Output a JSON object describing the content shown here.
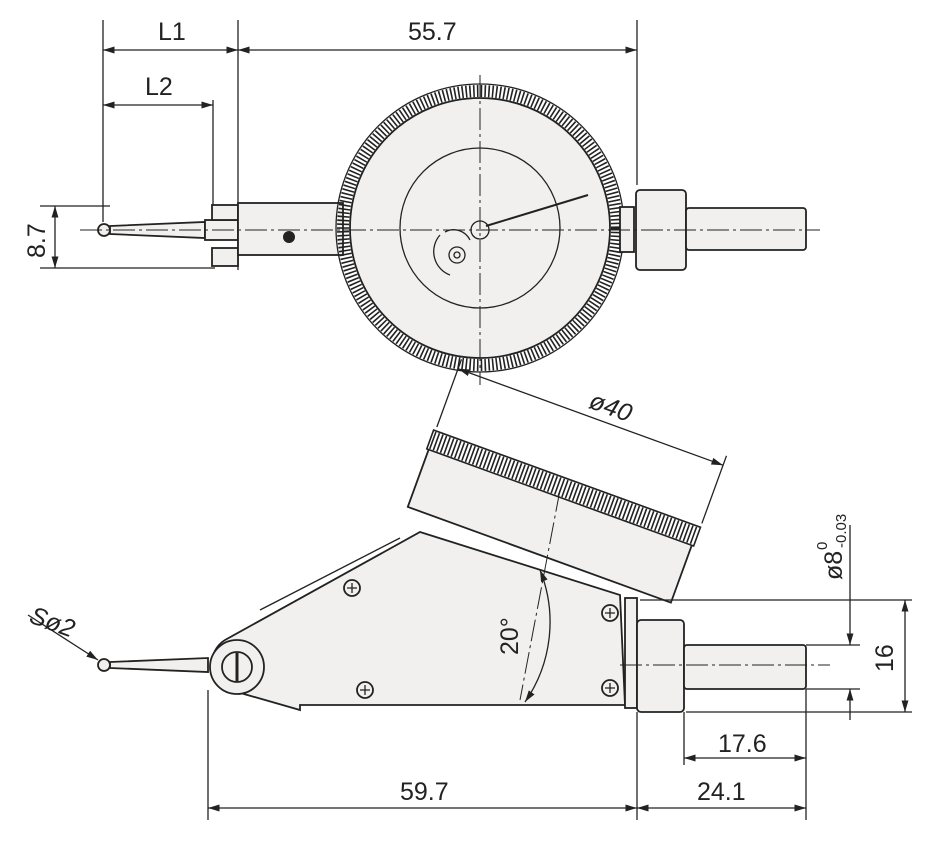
{
  "title": "Dial test indicator dimensional drawing",
  "dimensions": {
    "l1": "L1",
    "l2": "L2",
    "top_length": "55.7",
    "tip_height": "8.7",
    "dial_diameter": "ø40",
    "stem_diameter": "ø8",
    "stem_tol_upper": "0",
    "stem_tol_lower": "-0.03",
    "collar_height": "16",
    "ball_diameter": "Sø2",
    "tilt_angle": "20°",
    "stem_length": "17.6",
    "rear_length": "24.1",
    "body_length": "59.7"
  }
}
